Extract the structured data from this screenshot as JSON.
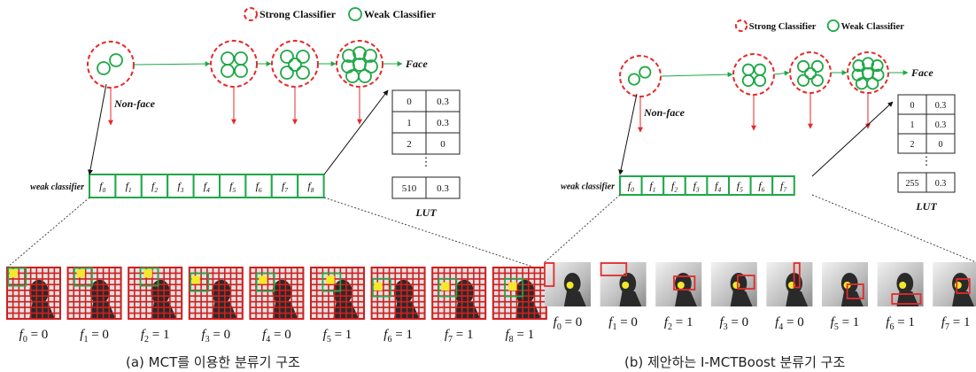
{
  "legend": {
    "strong": "Strong  Classifier",
    "weak": "Weak Classifier"
  },
  "colors": {
    "strong": "#e52a2a",
    "weak": "#1fa847",
    "grid": "#d21e1e",
    "arrow": "#e52a2a",
    "ink": "#111111"
  },
  "panels": [
    {
      "id": "a",
      "caption": "(a) MCT를 이용한 분류기 구조",
      "face_label": "Face",
      "nonface_label": "Non-face",
      "weak_classifier_label": "weak classifier",
      "features": [
        "f0",
        "f1",
        "f2",
        "f3",
        "f4",
        "f5",
        "f6",
        "f7",
        "f8"
      ],
      "lut_title": "LUT",
      "lut_rows": [
        {
          "index": "0",
          "value": "0.3"
        },
        {
          "index": "1",
          "value": "0.3"
        },
        {
          "index": "2",
          "value": "0"
        },
        {
          "index": "⋮",
          "value": ""
        },
        {
          "index": "510",
          "value": "0.3"
        }
      ],
      "thumbnail_type": "mct-grid",
      "outputs": [
        {
          "name": "f0",
          "value": "0"
        },
        {
          "name": "f1",
          "value": "0"
        },
        {
          "name": "f2",
          "value": "1"
        },
        {
          "name": "f3",
          "value": "0"
        },
        {
          "name": "f4",
          "value": "0"
        },
        {
          "name": "f5",
          "value": "1"
        },
        {
          "name": "f6",
          "value": "1"
        },
        {
          "name": "f7",
          "value": "1"
        },
        {
          "name": "f8",
          "value": "1"
        }
      ]
    },
    {
      "id": "b",
      "caption": "(b) 제안하는 I-MCTBoost 분류기 구조",
      "face_label": "Face",
      "nonface_label": "Non-face",
      "weak_classifier_label": "weak classifier",
      "features": [
        "f0",
        "f1",
        "f2",
        "f3",
        "f4",
        "f5",
        "f6",
        "f7"
      ],
      "lut_title": "LUT",
      "lut_rows": [
        {
          "index": "0",
          "value": "0.3"
        },
        {
          "index": "1",
          "value": "0.3"
        },
        {
          "index": "2",
          "value": "0"
        },
        {
          "index": "⋮",
          "value": ""
        },
        {
          "index": "255",
          "value": "0.3"
        }
      ],
      "thumbnail_type": "face-photo",
      "outputs": [
        {
          "name": "f0",
          "value": "0"
        },
        {
          "name": "f1",
          "value": "0"
        },
        {
          "name": "f2",
          "value": "1"
        },
        {
          "name": "f3",
          "value": "0"
        },
        {
          "name": "f4",
          "value": "0"
        },
        {
          "name": "f5",
          "value": "1"
        },
        {
          "name": "f6",
          "value": "1"
        },
        {
          "name": "f7",
          "value": "1"
        }
      ]
    }
  ]
}
